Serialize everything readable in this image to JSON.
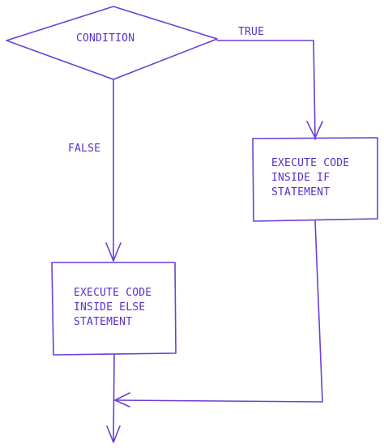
{
  "colors": {
    "stroke": "#6a3fd6",
    "text": "#5a2fc8",
    "background": "#ffffff"
  },
  "decision": {
    "label": "CONDITION"
  },
  "edges": {
    "true_label": "TRUE",
    "false_label": "FALSE"
  },
  "if_block": {
    "lines": [
      "EXECUTE CODE",
      "INSIDE IF",
      "STATEMENT"
    ]
  },
  "else_block": {
    "lines": [
      "EXECUTE CODE",
      "INSIDE ELSE",
      "STATEMENT"
    ]
  }
}
